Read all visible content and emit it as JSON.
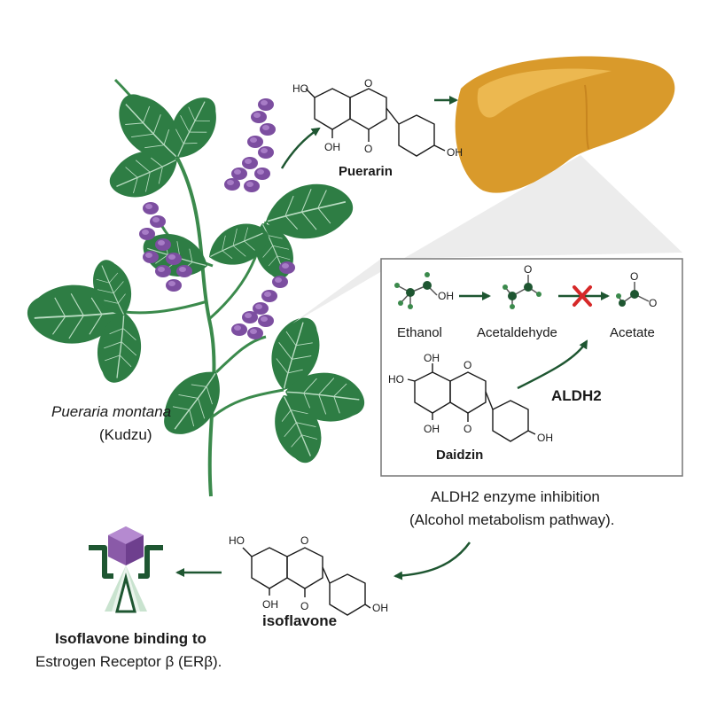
{
  "plant": {
    "species": "Pueraria montana",
    "common_name": "(Kudzu)"
  },
  "compounds": {
    "puerarin": {
      "name": "Puerarin",
      "atoms": {
        "ho_top": "HO",
        "oh_bottom": "OH",
        "o_ring": "O",
        "o_keto": "O",
        "oh_right": "OH"
      }
    },
    "daidzin": {
      "name": "Daidzin",
      "atoms": {
        "oh_top": "OH",
        "ho_left": "HO",
        "oh_bottom": "OH",
        "o_ring": "O",
        "o_keto": "O",
        "oh_right": "OH"
      }
    },
    "isoflavone": {
      "name": "isoflavone",
      "atoms": {
        "ho_top": "HO",
        "oh_bottom": "OH",
        "o_ring": "O",
        "o_keto": "O",
        "oh_right": "OH"
      }
    }
  },
  "pathway": {
    "ethanol": {
      "label": "Ethanol",
      "atom": "OH"
    },
    "acetaldehyde": {
      "label": "Acetaldehyde",
      "atom": "O"
    },
    "acetate": {
      "label": "Acetate",
      "atom_top": "O",
      "atom_right": "O"
    },
    "enzyme": "ALDH2",
    "caption_line1": "ALDH2 enzyme inhibition",
    "caption_line2": "(Alcohol metabolism pathway)."
  },
  "receptor": {
    "caption_line1": "Isoflavone binding to",
    "caption_line2": "Estrogen Receptor β (ERβ)."
  },
  "colors": {
    "leaf": "#2e7d44",
    "leaf_vein": "#b9dcc2",
    "stem": "#3b8a4c",
    "flower": "#7c4ea0",
    "flower_light": "#a77cc6",
    "liver": "#d99a2b",
    "liver_highlight": "#f0bf5a",
    "arrow": "#1e5631",
    "inhibit": "#d62828",
    "cube": "#8a5aa8"
  }
}
